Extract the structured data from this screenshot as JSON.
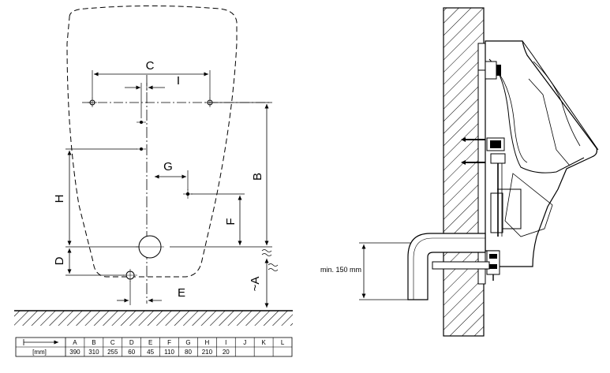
{
  "front_view": {
    "dim_labels": {
      "C": "C",
      "I": "I",
      "G": "G",
      "B": "B",
      "H": "H",
      "F": "F",
      "D": "D",
      "E": "E",
      "A": "~A"
    }
  },
  "side_view": {
    "min_height_label": "min. 150 mm"
  },
  "table": {
    "unit_label": "[mm]",
    "headers": [
      "A",
      "B",
      "C",
      "D",
      "E",
      "F",
      "G",
      "H",
      "I",
      "J",
      "K",
      "L"
    ],
    "values": [
      "390",
      "310",
      "255",
      "60",
      "45",
      "110",
      "80",
      "210",
      "20",
      "",
      "",
      ""
    ]
  }
}
